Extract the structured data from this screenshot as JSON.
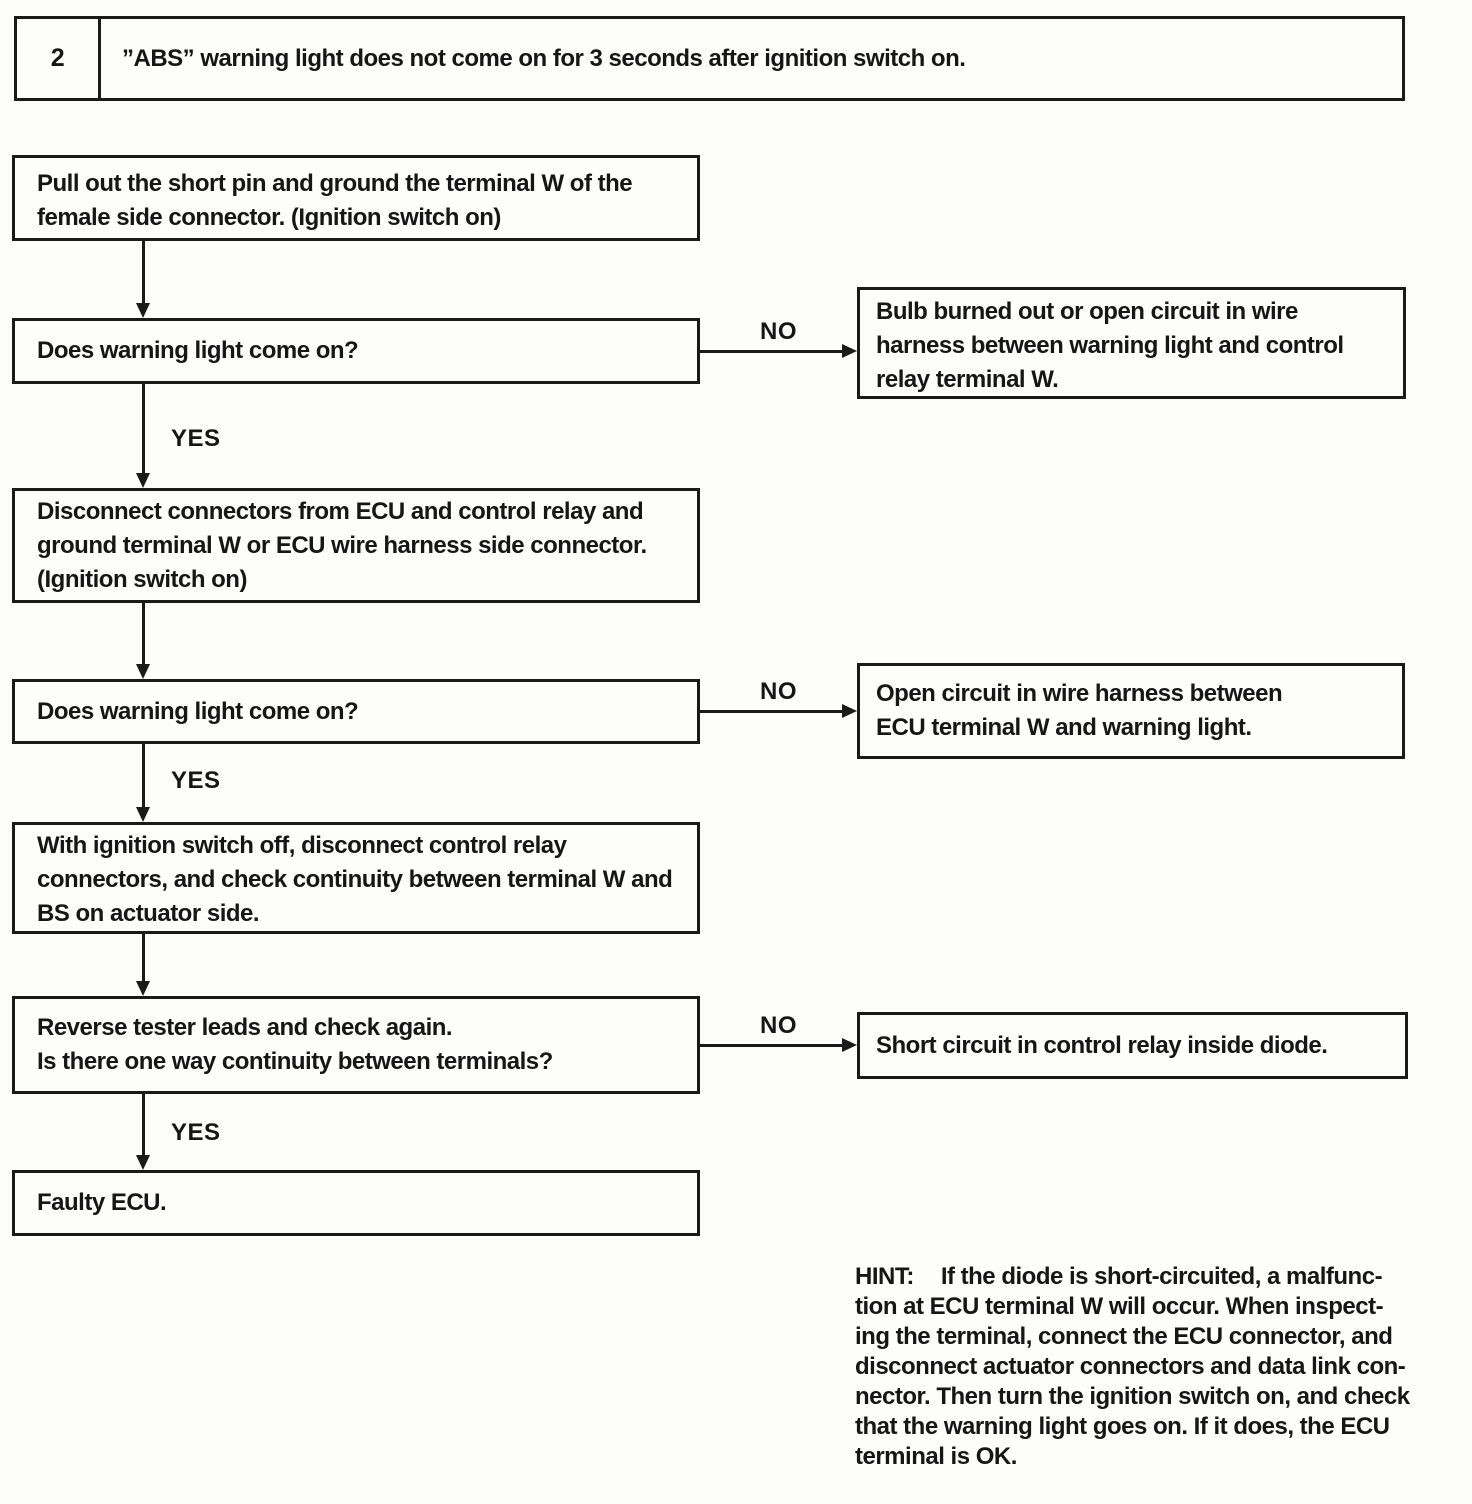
{
  "colors": {
    "paper": "#fdfdfc",
    "ink": "#1a1a1a"
  },
  "header": {
    "index": "2",
    "title": "”ABS” warning light does not come on for 3 seconds after ignition switch on."
  },
  "labels": {
    "yes": "YES",
    "no": "NO"
  },
  "flowchart": {
    "steps": {
      "pull_pin": {
        "l1": "Pull out the short pin and ground the terminal W of the",
        "l2": "female side connector. (Ignition switch on)"
      },
      "question1": {
        "l1": "Does warning light come on?"
      },
      "disconnect": {
        "l1": "Disconnect connectors from ECU and control relay and",
        "l2": "ground terminal W or ECU wire harness side connector.",
        "l3": "(Ignition switch on)"
      },
      "question2": {
        "l1": "Does warning light come on?"
      },
      "continuity": {
        "l1": "With ignition switch off, disconnect control relay",
        "l2": "connectors, and check continuity between terminal W and",
        "l3": "BS on actuator side."
      },
      "reverse": {
        "l1": "Reverse tester leads and check again.",
        "l2": "Is there one way continuity between terminals?"
      },
      "faulty_ecu": {
        "l1": "Faulty ECU."
      }
    },
    "results": {
      "bulb": {
        "l1": "Bulb burned out or open circuit in wire",
        "l2": "harness between warning light and control",
        "l3": "relay terminal W."
      },
      "open_circuit": {
        "l1": "Open circuit in wire harness between",
        "l2": "ECU terminal W and warning light."
      },
      "short_circuit": {
        "l1": "Short circuit in control relay inside diode."
      }
    }
  },
  "hint": {
    "label": "HINT:",
    "lines": [
      "If the diode is short-circuited, a malfunc-",
      "tion at ECU terminal W will occur. When inspect-",
      "ing the terminal, connect the ECU connector, and",
      "disconnect actuator connectors and data link con-",
      "nector. Then turn the ignition switch on, and check",
      "that the warning light goes on. If it does, the ECU",
      "terminal is OK."
    ]
  }
}
